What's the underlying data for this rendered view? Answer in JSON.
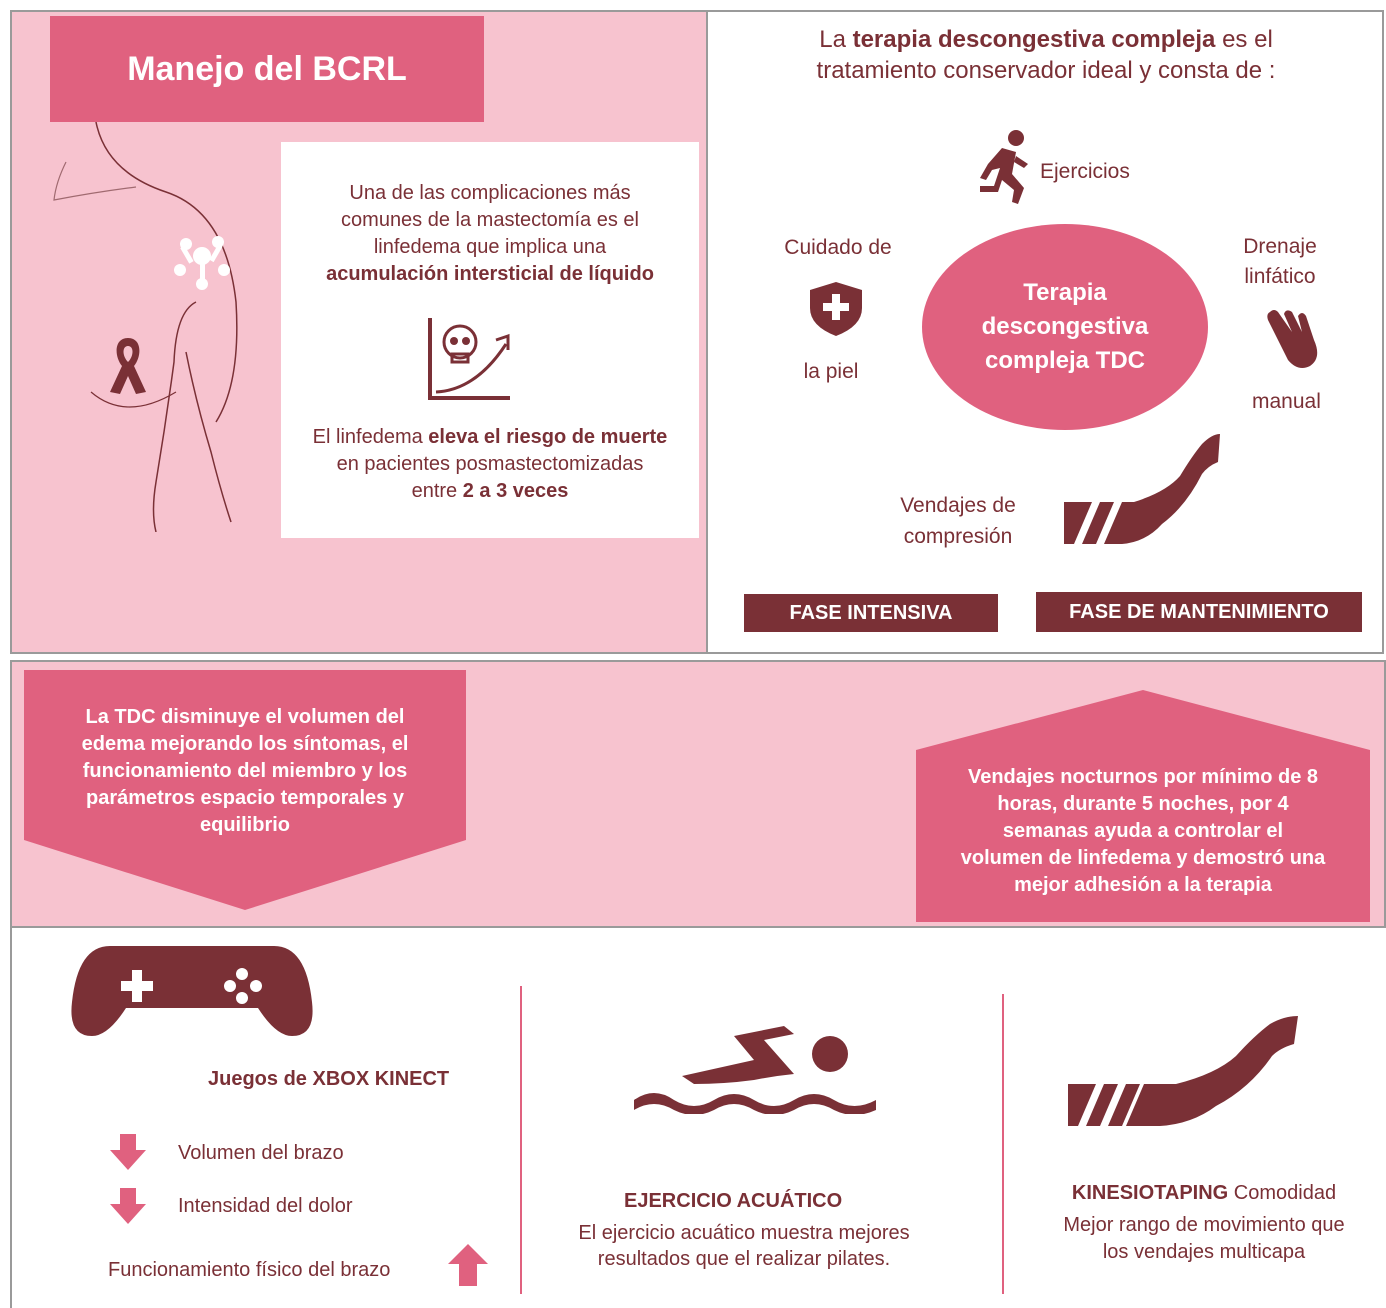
{
  "colors": {
    "pink_bg": "#f7c3cf",
    "accent_pink": "#e0617f",
    "maroon": "#7a3036",
    "white": "#ffffff"
  },
  "header": {
    "title": "Manejo del BCRL"
  },
  "complications": {
    "line1": "Una de las complicaciones más",
    "line2": "comunes de la mastectomía es el",
    "line3": "linfedema que implica una",
    "line4_bold": "acumulación intersticial de líquido",
    "icon": "skull-risk-chart-icon",
    "risk_pre": "El linfedema ",
    "risk_bold": "eleva el riesgo de muerte",
    "risk_line2": "en pacientes posmastectomizadas",
    "risk_pre3": "entre ",
    "risk_bold3": "2 a 3 veces"
  },
  "tdc": {
    "intro_pre": "La ",
    "intro_bold": "terapia descongestiva compleja",
    "intro_post": " es el",
    "intro_line2": "tratamiento conservador ideal y consta de :",
    "center_line1": "Terapia",
    "center_line2": "descongestiva",
    "center_line3": "compleja TDC",
    "exercises": "Ejercicios",
    "skin_top": "Cuidado de",
    "skin_bottom": "la piel",
    "drainage_top1": "Drenaje",
    "drainage_top2": "linfático",
    "drainage_bottom": "manual",
    "bandage1": "Vendajes de",
    "bandage2": "compresión",
    "phase_intensive": "FASE INTENSIVA",
    "phase_maintenance": "FASE DE MANTENIMIENTO"
  },
  "callouts": {
    "left": [
      "La TDC disminuye el volumen del",
      "edema mejorando los síntomas, el",
      "funcionamiento del miembro y los",
      "parámetros espacio temporales y",
      "equilibrio"
    ],
    "right": [
      "Vendajes nocturnos por mínimo de 8",
      "horas, durante 5 noches, por 4",
      "semanas ayuda a controlar el",
      "volumen de linfedema y demostró una",
      "mejor adhesión a la terapia"
    ]
  },
  "xbox": {
    "title": "Juegos de XBOX KINECT",
    "item1": "Volumen del brazo",
    "item2": "Intensidad del dolor",
    "item3": "Funcionamiento físico del brazo"
  },
  "aquatic": {
    "title": "EJERCICIO ACUÁTICO",
    "line1": "El ejercicio acuático muestra mejores",
    "line2": "resultados que el realizar pilates."
  },
  "kinesio": {
    "title_bold": "KINESIOTAPING",
    "title_rest": " Comodidad",
    "line1": "Mejor rango de movimiento que",
    "line2": "los vendajes multicapa"
  }
}
